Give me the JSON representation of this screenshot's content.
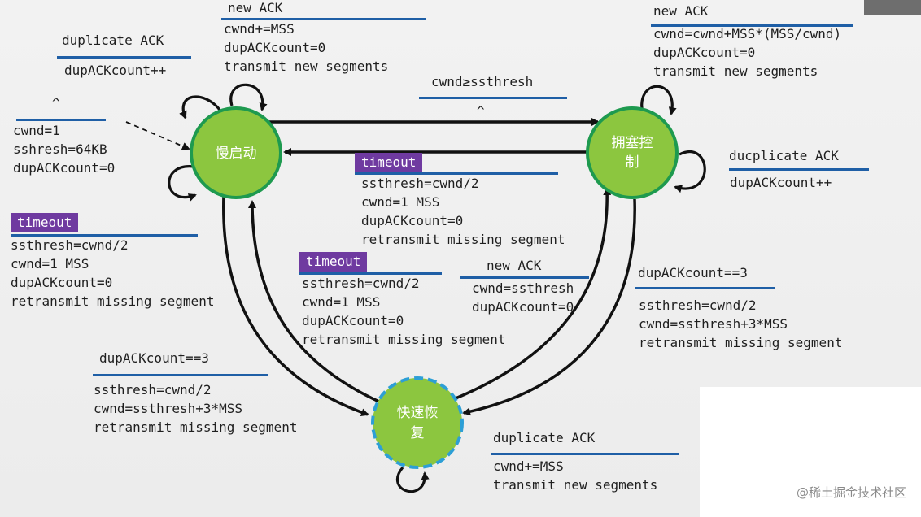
{
  "states": {
    "slow_start": "慢启动",
    "congestion_avoidance_line1": "拥塞控",
    "congestion_avoidance_line2": "制",
    "fast_recovery_line1": "快速恢",
    "fast_recovery_line2": "复"
  },
  "init": {
    "header": "^",
    "lines": [
      "cwnd=1",
      "sshresh=64KB",
      "dupACKcount=0"
    ]
  },
  "ss_dup_ack": {
    "header": "duplicate ACK",
    "lines": [
      "dupACKcount++"
    ]
  },
  "ss_new_ack": {
    "header": "new ACK",
    "lines": [
      "cwnd+=MSS",
      "dupACKcount=0",
      "transmit new segments"
    ]
  },
  "ss_to_ca": {
    "header": "cwnd≥ssthresh",
    "lines": [
      "^"
    ]
  },
  "ca_new_ack": {
    "header": "new ACK",
    "lines": [
      "cwnd=cwnd+MSS*(MSS/cwnd)",
      "dupACKcount=0",
      "transmit new segments"
    ]
  },
  "ca_dup_ack": {
    "header": "ducplicate ACK",
    "lines": [
      "dupACKcount++"
    ]
  },
  "ca_timeout": {
    "tag": "timeout",
    "lines": [
      "ssthresh=cwnd/2",
      "cwnd=1 MSS",
      "dupACKcount=0",
      "retransmit missing segment"
    ]
  },
  "ss_timeout": {
    "tag": "timeout",
    "lines": [
      "ssthresh=cwnd/2",
      "cwnd=1 MSS",
      "dupACKcount=0",
      "retransmit missing segment"
    ]
  },
  "fr_timeout": {
    "tag": "timeout",
    "lines": [
      "ssthresh=cwnd/2",
      "cwnd=1 MSS",
      "dupACKcount=0",
      "retransmit missing segment"
    ]
  },
  "fr_new_ack": {
    "header": "new ACK",
    "lines": [
      "cwnd=ssthresh",
      "dupACKcount=0"
    ]
  },
  "ca_to_fr": {
    "header": "dupACKcount==3",
    "lines": [
      "ssthresh=cwnd/2",
      "cwnd=ssthresh+3*MSS",
      "retransmit missing segment"
    ]
  },
  "ss_to_fr": {
    "header": "dupACKcount==3",
    "lines": [
      "ssthresh=cwnd/2",
      "cwnd=ssthresh+3*MSS",
      "retransmit missing segment"
    ]
  },
  "fr_dup_ack": {
    "header": "duplicate ACK",
    "lines": [
      "cwnd+=MSS",
      "transmit new segments"
    ]
  },
  "watermark": "@稀土掘金技术社区",
  "colors": {
    "state_fill": "#8cc63f",
    "state_border": "#1e9a4f",
    "fast_border": "#2d9fd6",
    "rule": "#1f5fa6",
    "tag": "#6f3aa0"
  }
}
